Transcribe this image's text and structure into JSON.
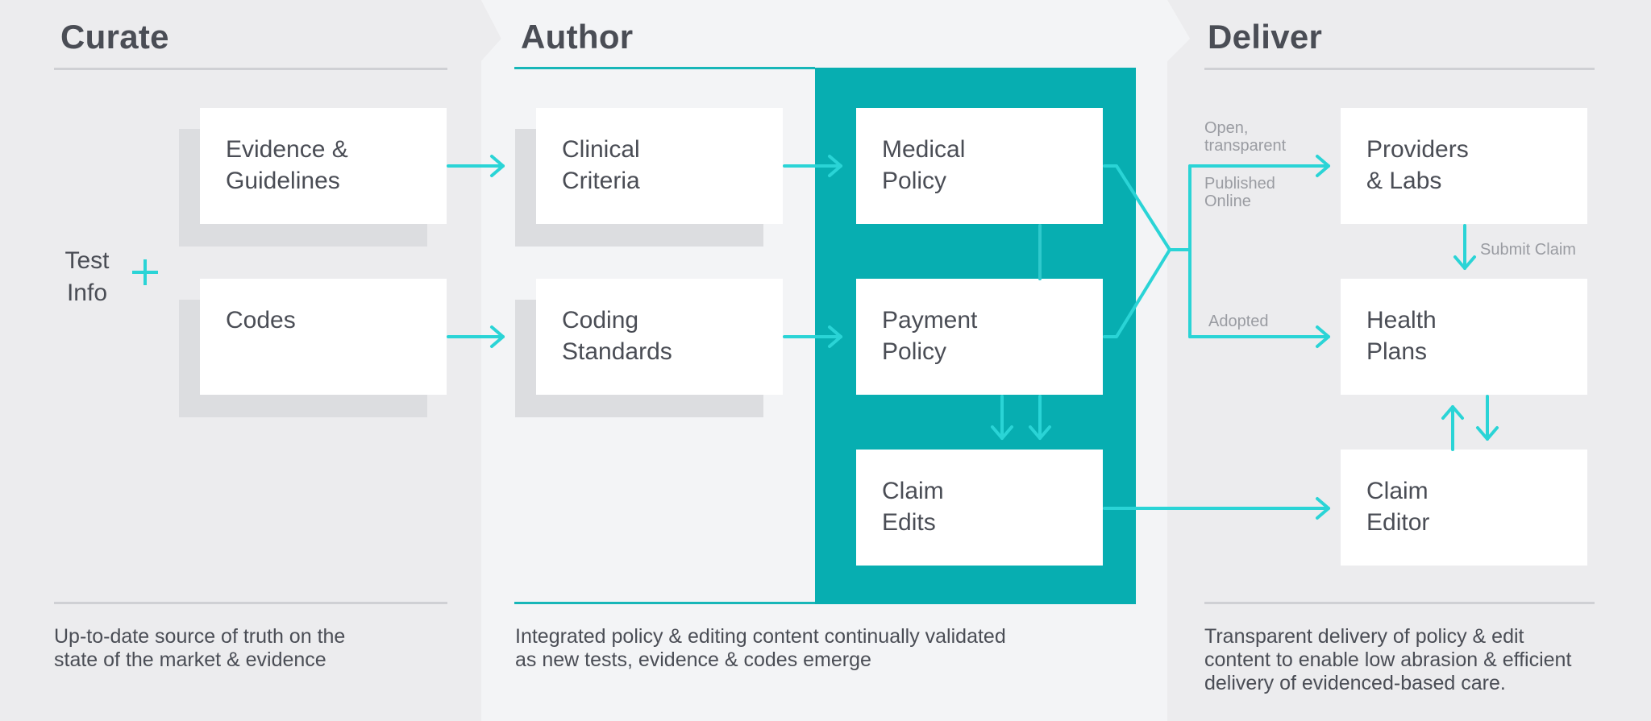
{
  "stages": {
    "curate": {
      "heading": "Curate",
      "test_info": [
        "Test",
        "Info"
      ],
      "boxes": [
        {
          "lines": [
            "Evidence &",
            "Guidelines"
          ]
        },
        {
          "lines": [
            "Codes"
          ]
        }
      ],
      "description": [
        "Up-to-date source of truth on the",
        "state of the market & evidence"
      ]
    },
    "author": {
      "heading": "Author",
      "boxes": [
        {
          "lines": [
            "Clinical",
            "Criteria"
          ]
        },
        {
          "lines": [
            "Coding",
            "Standards"
          ]
        },
        {
          "lines": [
            "Medical",
            "Policy"
          ]
        },
        {
          "lines": [
            "Payment",
            "Policy"
          ]
        },
        {
          "lines": [
            "Claim",
            "Edits"
          ]
        }
      ],
      "description": [
        "Integrated policy & editing content continually validated",
        "as new tests, evidence & codes emerge"
      ]
    },
    "deliver": {
      "heading": "Deliver",
      "boxes": [
        {
          "lines": [
            "Providers",
            "& Labs"
          ]
        },
        {
          "lines": [
            "Health",
            "Plans"
          ]
        },
        {
          "lines": [
            "Claim",
            "Editor"
          ]
        }
      ],
      "labels": {
        "open": [
          "Open,",
          "transparent"
        ],
        "published": [
          "Published",
          "Online"
        ],
        "adopted": "Adopted",
        "submit_claim": "Submit Claim"
      },
      "description": [
        "Transparent delivery of policy & edit",
        "content to enable low abrasion & efficient",
        "delivery of evidenced-based care."
      ]
    }
  },
  "colors": {
    "accent": "#2ad4d6",
    "teal_panel": "#07aeb1",
    "curate_bg": "#ececee",
    "author_bg": "#f3f4f6",
    "deliver_bg": "#ececee",
    "text": "#4a4d55"
  },
  "icons": {
    "plus": "plus-icon",
    "arrow": "arrow-right-icon"
  }
}
